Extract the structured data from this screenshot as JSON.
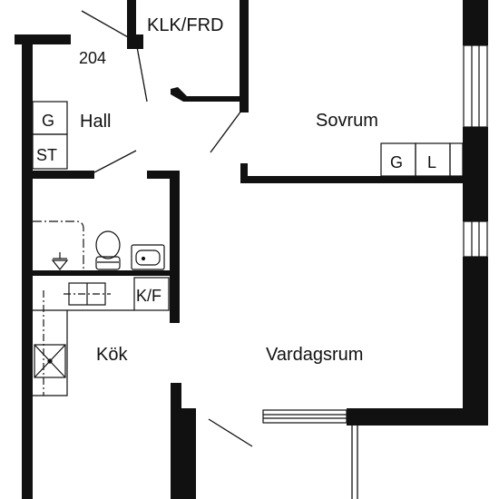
{
  "colors": {
    "wall": "#111111",
    "line": "#111111",
    "background": "#ffffff"
  },
  "labels": {
    "apartment_number": "204",
    "storage": "KLK/FRD",
    "hall": "Hall",
    "hall_wardrobe": "G",
    "hall_storage": "ST",
    "bedroom": "Sovrum",
    "bedroom_wardrobe_g": "G",
    "bedroom_wardrobe_l": "L",
    "fridge_freezer": "K/F",
    "kitchen": "Kök",
    "living_room": "Vardagsrum"
  },
  "icons": [
    "toilet-icon",
    "washbasin-icon",
    "floor-drain-icon",
    "stove-icon",
    "sink-icon"
  ]
}
